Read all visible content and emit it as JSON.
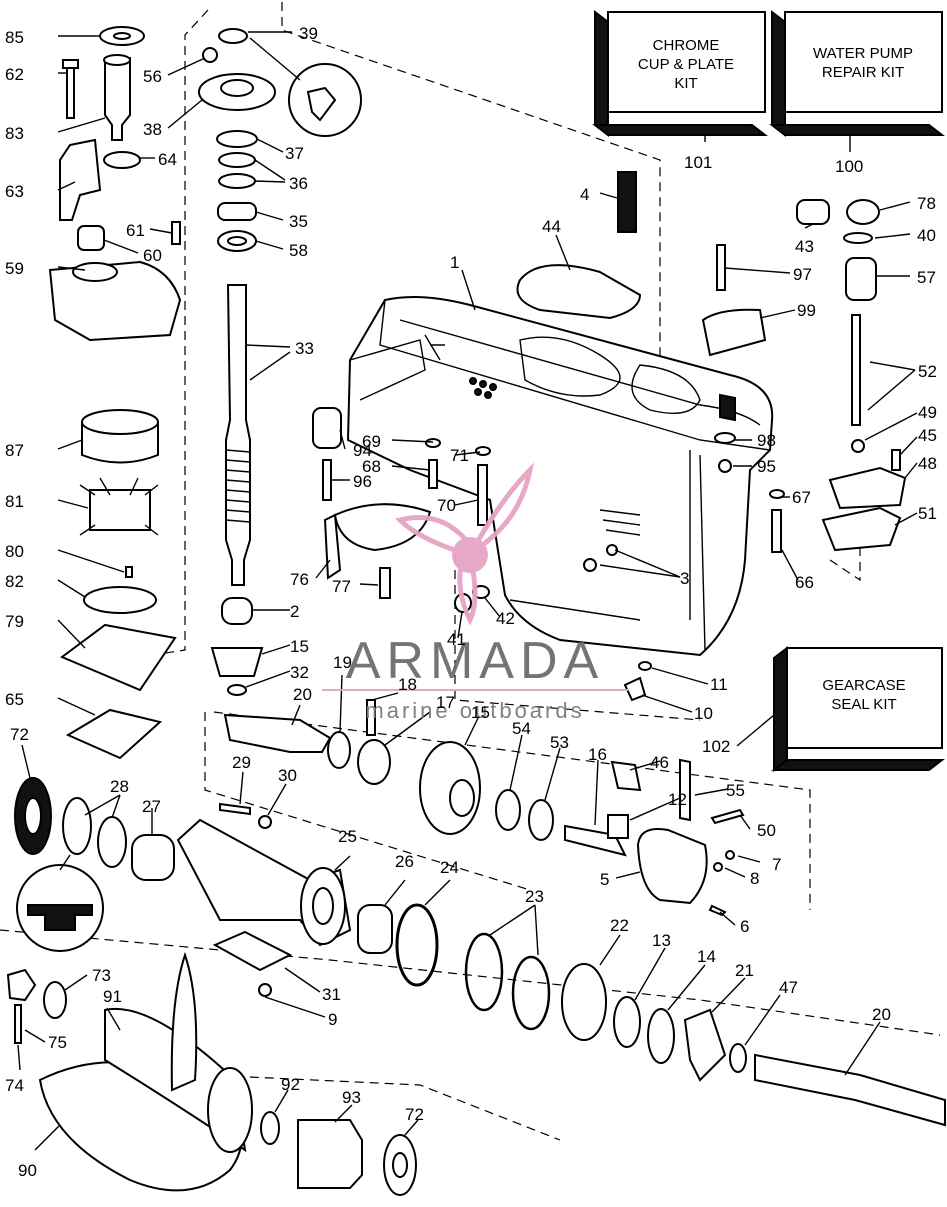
{
  "callouts": [
    {
      "id": "c85",
      "text": "85"
    },
    {
      "id": "c62",
      "text": "62"
    },
    {
      "id": "c83",
      "text": "83"
    },
    {
      "id": "c63",
      "text": "63"
    },
    {
      "id": "c64",
      "text": "64"
    },
    {
      "id": "c56",
      "text": "56"
    },
    {
      "id": "c39",
      "text": "39"
    },
    {
      "id": "c38",
      "text": "38"
    },
    {
      "id": "c37",
      "text": "37"
    },
    {
      "id": "c36",
      "text": "36"
    },
    {
      "id": "c35",
      "text": "35"
    },
    {
      "id": "c58",
      "text": "58"
    },
    {
      "id": "c61",
      "text": "61"
    },
    {
      "id": "c60",
      "text": "60"
    },
    {
      "id": "c59",
      "text": "59"
    },
    {
      "id": "c33",
      "text": "33"
    },
    {
      "id": "c87",
      "text": "87"
    },
    {
      "id": "c81",
      "text": "81"
    },
    {
      "id": "c80",
      "text": "80"
    },
    {
      "id": "c82",
      "text": "82"
    },
    {
      "id": "c79",
      "text": "79"
    },
    {
      "id": "c2",
      "text": "2"
    },
    {
      "id": "c15a",
      "text": "15"
    },
    {
      "id": "c32",
      "text": "32"
    },
    {
      "id": "c65",
      "text": "65"
    },
    {
      "id": "c72a",
      "text": "72"
    },
    {
      "id": "c28",
      "text": "28"
    },
    {
      "id": "c27",
      "text": "27"
    },
    {
      "id": "c29",
      "text": "29"
    },
    {
      "id": "c30",
      "text": "30"
    },
    {
      "id": "c20a",
      "text": "20"
    },
    {
      "id": "c19",
      "text": "19"
    },
    {
      "id": "c18",
      "text": "18"
    },
    {
      "id": "c17",
      "text": "17"
    },
    {
      "id": "c15b",
      "text": "15"
    },
    {
      "id": "c54",
      "text": "54"
    },
    {
      "id": "c53",
      "text": "53"
    },
    {
      "id": "c16",
      "text": "16"
    },
    {
      "id": "c46",
      "text": "46"
    },
    {
      "id": "c12",
      "text": "12"
    },
    {
      "id": "c55",
      "text": "55"
    },
    {
      "id": "c50",
      "text": "50"
    },
    {
      "id": "c7",
      "text": "7"
    },
    {
      "id": "c8",
      "text": "8"
    },
    {
      "id": "c5",
      "text": "5"
    },
    {
      "id": "c6",
      "text": "6"
    },
    {
      "id": "c25",
      "text": "25"
    },
    {
      "id": "c26",
      "text": "26"
    },
    {
      "id": "c24",
      "text": "24"
    },
    {
      "id": "c23",
      "text": "23"
    },
    {
      "id": "c22",
      "text": "22"
    },
    {
      "id": "c13",
      "text": "13"
    },
    {
      "id": "c14",
      "text": "14"
    },
    {
      "id": "c21",
      "text": "21"
    },
    {
      "id": "c47",
      "text": "47"
    },
    {
      "id": "c20b",
      "text": "20"
    },
    {
      "id": "c31",
      "text": "31"
    },
    {
      "id": "c9",
      "text": "9"
    },
    {
      "id": "c73",
      "text": "73"
    },
    {
      "id": "c91",
      "text": "91"
    },
    {
      "id": "c75",
      "text": "75"
    },
    {
      "id": "c74",
      "text": "74"
    },
    {
      "id": "c90",
      "text": "90"
    },
    {
      "id": "c92",
      "text": "92"
    },
    {
      "id": "c93",
      "text": "93"
    },
    {
      "id": "c72b",
      "text": "72"
    },
    {
      "id": "c4",
      "text": "4"
    },
    {
      "id": "c44",
      "text": "44"
    },
    {
      "id": "c1",
      "text": "1"
    },
    {
      "id": "c97",
      "text": "97"
    },
    {
      "id": "c99",
      "text": "99"
    },
    {
      "id": "c43",
      "text": "43"
    },
    {
      "id": "c78",
      "text": "78"
    },
    {
      "id": "c40",
      "text": "40"
    },
    {
      "id": "c57",
      "text": "57"
    },
    {
      "id": "c52",
      "text": "52"
    },
    {
      "id": "c49",
      "text": "49"
    },
    {
      "id": "c45",
      "text": "45"
    },
    {
      "id": "c48",
      "text": "48"
    },
    {
      "id": "c51",
      "text": "51"
    },
    {
      "id": "c94",
      "text": "94"
    },
    {
      "id": "c69",
      "text": "69"
    },
    {
      "id": "c68",
      "text": "68"
    },
    {
      "id": "c96",
      "text": "96"
    },
    {
      "id": "c71",
      "text": "71"
    },
    {
      "id": "c70",
      "text": "70"
    },
    {
      "id": "c98",
      "text": "98"
    },
    {
      "id": "c95",
      "text": "95"
    },
    {
      "id": "c67",
      "text": "67"
    },
    {
      "id": "c66",
      "text": "66"
    },
    {
      "id": "c3",
      "text": "3"
    },
    {
      "id": "c76",
      "text": "76"
    },
    {
      "id": "c77",
      "text": "77"
    },
    {
      "id": "c42",
      "text": "42"
    },
    {
      "id": "c41",
      "text": "41"
    },
    {
      "id": "c11",
      "text": "11"
    },
    {
      "id": "c10",
      "text": "10"
    },
    {
      "id": "c101",
      "text": "101"
    },
    {
      "id": "c100",
      "text": "100"
    },
    {
      "id": "c102",
      "text": "102"
    }
  ],
  "kits": {
    "chrome": {
      "line1": "CHROME",
      "line2": "CUP & PLATE",
      "line3": "KIT"
    },
    "waterpump": {
      "line1": "WATER PUMP",
      "line2": "REPAIR KIT"
    },
    "gearcase": {
      "line1": "GEARCASE",
      "line2": "SEAL KIT"
    }
  },
  "watermark": {
    "name": "ARMADA",
    "tagline": "marine outboards",
    "logo_color": "#e6a3c5",
    "text_color": "#6d6d6d"
  },
  "colors": {
    "ink": "#000000",
    "paper": "#ffffff"
  }
}
